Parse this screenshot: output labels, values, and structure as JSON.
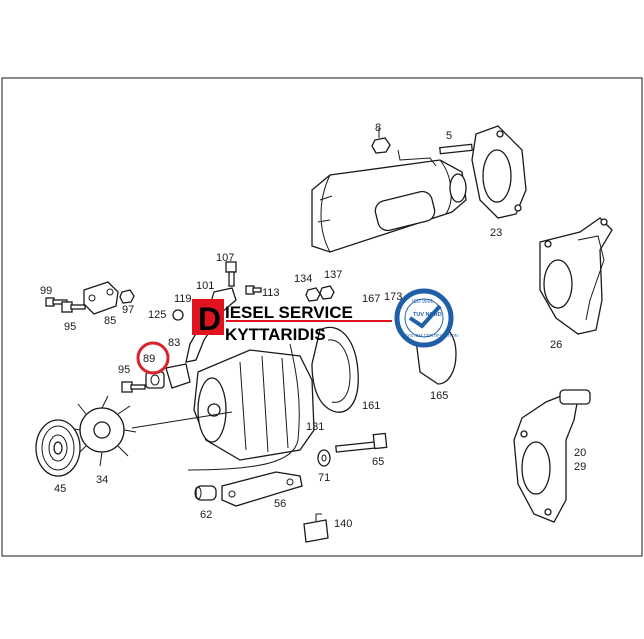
{
  "logo": {
    "letter": "D",
    "line1": "IESEL SERVICE",
    "line2": "KYTTARIDIS",
    "badge_top": "ISO 9001",
    "badge_mid": "TUV NORD",
    "badge_bottom": "SYSTEM CERTIFICATION"
  },
  "highlight": {
    "label": "89",
    "color": "#d8232a"
  },
  "colors": {
    "brand_red": "#e0141e",
    "badge_blue": "#1f5fa8",
    "line": "#1a1a1a"
  },
  "parts": [
    {
      "id": "8",
      "label": "8"
    },
    {
      "id": "5",
      "label": "5"
    },
    {
      "id": "23",
      "label": "23"
    },
    {
      "id": "26",
      "label": "26"
    },
    {
      "id": "107",
      "label": "107"
    },
    {
      "id": "101",
      "label": "101"
    },
    {
      "id": "113",
      "label": "113"
    },
    {
      "id": "134",
      "label": "134"
    },
    {
      "id": "137",
      "label": "137"
    },
    {
      "id": "99",
      "label": "99"
    },
    {
      "id": "85",
      "label": "85"
    },
    {
      "id": "97",
      "label": "97"
    },
    {
      "id": "95a",
      "label": "95"
    },
    {
      "id": "125",
      "label": "125"
    },
    {
      "id": "119",
      "label": "119"
    },
    {
      "id": "167",
      "label": "167"
    },
    {
      "id": "173",
      "label": "173"
    },
    {
      "id": "83",
      "label": "83"
    },
    {
      "id": "95b",
      "label": "95"
    },
    {
      "id": "161",
      "label": "161"
    },
    {
      "id": "165",
      "label": "165"
    },
    {
      "id": "131",
      "label": "131"
    },
    {
      "id": "65",
      "label": "65"
    },
    {
      "id": "71",
      "label": "71"
    },
    {
      "id": "45",
      "label": "45"
    },
    {
      "id": "34",
      "label": "34"
    },
    {
      "id": "56",
      "label": "56"
    },
    {
      "id": "62",
      "label": "62"
    },
    {
      "id": "140",
      "label": "140"
    },
    {
      "id": "20",
      "label": "20"
    },
    {
      "id": "29",
      "label": "29"
    }
  ]
}
